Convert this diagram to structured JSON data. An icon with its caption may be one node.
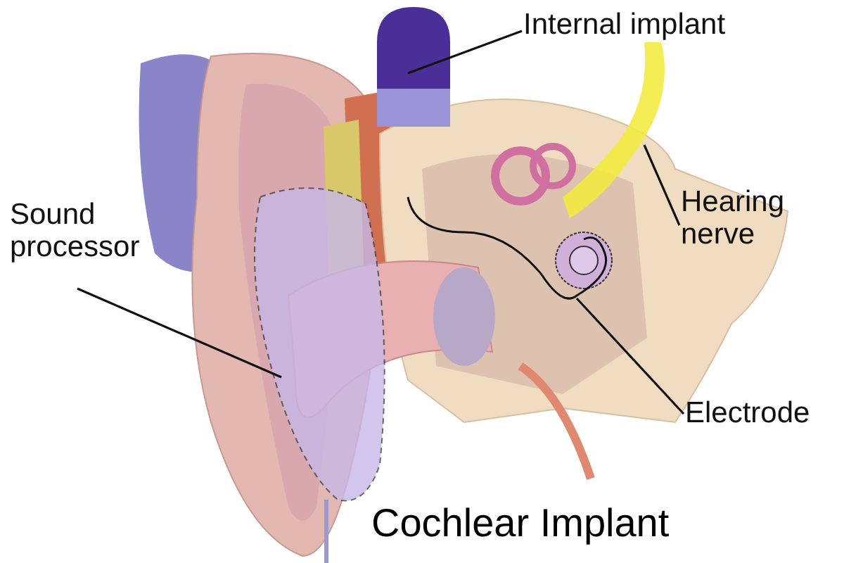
{
  "diagram": {
    "title": "Cochlear Implant",
    "nodes": [
      {
        "text": [
          "Internal implant"
        ]
      },
      {
        "text": [],
        "shape": "picture"
      },
      {
        "text": [
          "Hearing nerve"
        ]
      },
      {
        "text": [],
        "shape": "picture"
      },
      {
        "text": [
          "Sound processor"
        ]
      },
      {
        "text": [],
        "shape": "picture"
      },
      {
        "text": [
          "Electrode"
        ]
      },
      {
        "text": [],
        "shape": "picture"
      }
    ],
    "edges": [
      {
        "from": 0,
        "to": 1,
        "arrow": "none"
      },
      {
        "from": 2,
        "to": 3,
        "arrow": "none"
      },
      {
        "from": 4,
        "to": 5,
        "arrow": "none"
      },
      {
        "from": 6,
        "to": 7,
        "arrow": "none"
      }
    ]
  }
}
